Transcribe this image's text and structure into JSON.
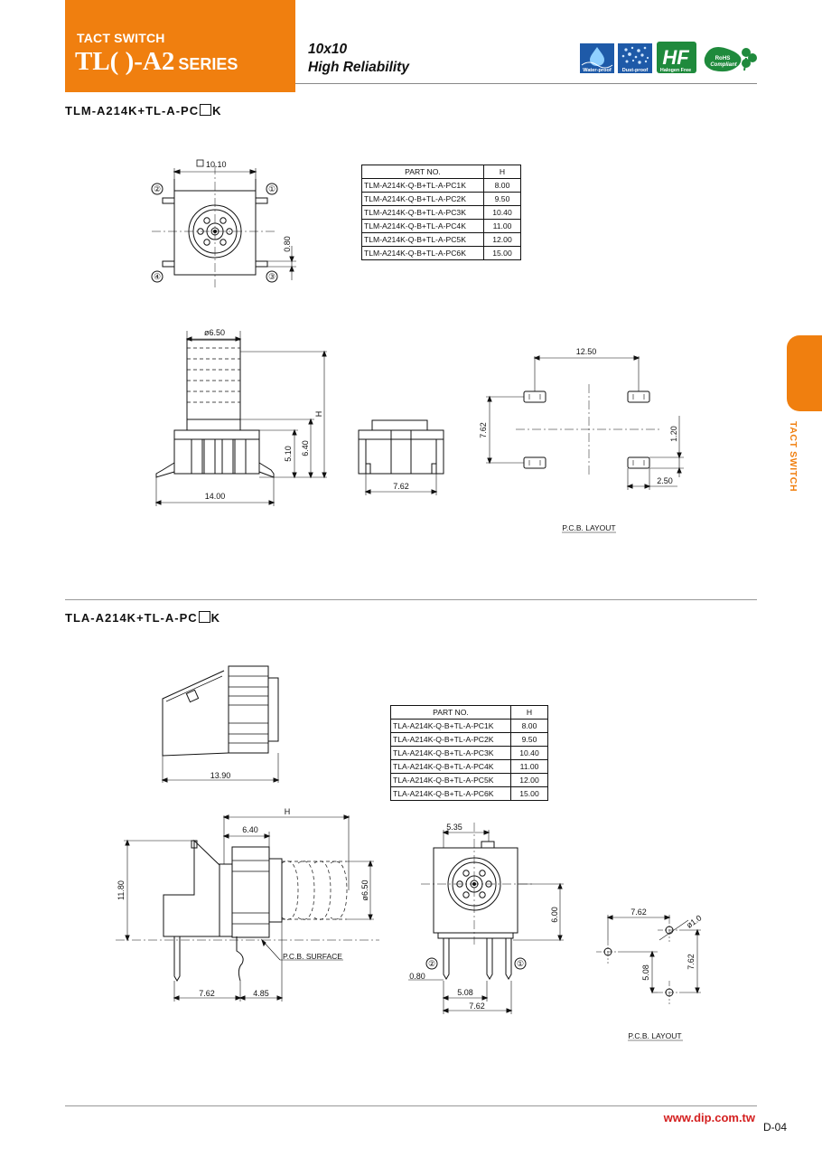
{
  "header": {
    "category": "TACT SWITCH",
    "series_code": "TL(   )-A2",
    "series_word": "SERIES",
    "tagline_size": "10x10",
    "tagline_feature": "High Reliability"
  },
  "badges": [
    {
      "icon": "waterproof-icon",
      "label": "Water-proof",
      "color": "#1e5aa8"
    },
    {
      "icon": "dustproof-icon",
      "label": "Dust-proof",
      "color": "#1e5aa8"
    },
    {
      "icon": "halogen-free-icon",
      "label": "Halogen Free",
      "color": "#1f8a3c"
    },
    {
      "icon": "rohs-icon",
      "label_top": "RoHS",
      "label_bottom": "Compliant",
      "color": "#1f8a3c"
    }
  ],
  "side_tab": {
    "label": "TACT SWITCH"
  },
  "section1": {
    "title_prefix": "TLM-A214K+TL-A-PC",
    "title_suffix": "K",
    "table": {
      "headers": [
        "PART NO.",
        "H"
      ],
      "rows": [
        [
          "TLM-A214K-Q-B+TL-A-PC1K",
          "8.00"
        ],
        [
          "TLM-A214K-Q-B+TL-A-PC2K",
          "9.50"
        ],
        [
          "TLM-A214K-Q-B+TL-A-PC3K",
          "10.40"
        ],
        [
          "TLM-A214K-Q-B+TL-A-PC4K",
          "11.00"
        ],
        [
          "TLM-A214K-Q-B+TL-A-PC5K",
          "12.00"
        ],
        [
          "TLM-A214K-Q-B+TL-A-PC6K",
          "15.00"
        ]
      ]
    },
    "dims": {
      "top_size": "10.10",
      "pin_gap": "0.80",
      "actuator_dia": "ø6.50",
      "height": "H",
      "body_h": "5.10",
      "total_h": "6.40",
      "width": "14.00",
      "pitch_side": "7.62",
      "pcb_x": "12.50",
      "pcb_y": "7.62",
      "pcb_pad_h": "1.20",
      "pcb_pad_w": "2.50",
      "pcb_label": "P.C.B.  LAYOUT"
    },
    "pins": [
      "①",
      "②",
      "③",
      "④"
    ]
  },
  "section2": {
    "title_prefix": "TLA-A214K+TL-A-PC",
    "title_suffix": "K",
    "table": {
      "headers": [
        "PART NO.",
        "H"
      ],
      "rows": [
        [
          "TLA-A214K-Q-B+TL-A-PC1K",
          "8.00"
        ],
        [
          "TLA-A214K-Q-B+TL-A-PC2K",
          "9.50"
        ],
        [
          "TLA-A214K-Q-B+TL-A-PC3K",
          "10.40"
        ],
        [
          "TLA-A214K-Q-B+TL-A-PC4K",
          "11.00"
        ],
        [
          "TLA-A214K-Q-B+TL-A-PC5K",
          "12.00"
        ],
        [
          "TLA-A214K-Q-B+TL-A-PC6K",
          "15.00"
        ]
      ]
    },
    "dims": {
      "top_len": "13.90",
      "height": "H",
      "side_w": "6.40",
      "total_h": "11.80",
      "actuator_dia": "ø6.50",
      "pcb_surface": "P.C.B.  SURFACE",
      "pin_pitch": "7.62",
      "offset": "4.85",
      "front_w": "5.35",
      "front_h": "6.00",
      "pin_gap": "0.80",
      "pitch_a": "5.08",
      "pitch_b": "7.62",
      "pcb_x": "7.62",
      "pcb_hole": "ø1.0",
      "pcb_y1": "5.08",
      "pcb_y2": "7.62",
      "pcb_label": "P.C.B.  LAYOUT"
    },
    "pins": [
      "①",
      "②"
    ]
  },
  "footer": {
    "url": "www.dip.com.tw",
    "page": "D-04"
  }
}
